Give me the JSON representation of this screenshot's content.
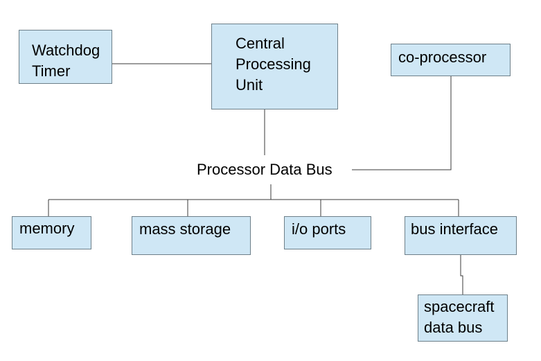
{
  "nodes": {
    "watchdog_timer": [
      "Watchdog",
      "Timer"
    ],
    "cpu": [
      "Central",
      "Processing",
      "Unit"
    ],
    "co_processor": [
      "co-processor"
    ],
    "memory": [
      "memory"
    ],
    "mass_storage": [
      "mass storage"
    ],
    "io_ports": [
      "i/o ports"
    ],
    "bus_interface": [
      "bus interface"
    ],
    "spacecraft_data_bus": [
      "spacecraft",
      "data bus"
    ]
  },
  "bus_label": "Processor Data Bus",
  "colors": {
    "box_fill": "#cfe7f5",
    "box_border": "#6d7f89",
    "connector": "#000000"
  }
}
